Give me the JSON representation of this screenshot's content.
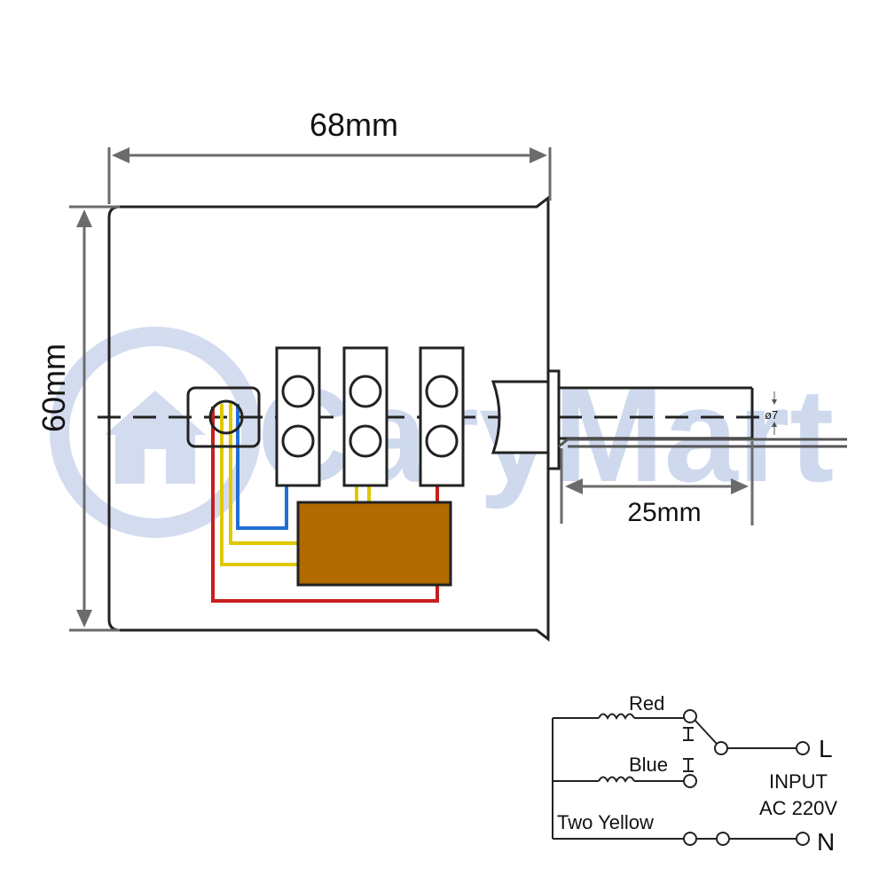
{
  "watermark": {
    "text": "CaryMart",
    "color": "#cfd9ee",
    "icon": "house-logo-icon"
  },
  "dimensions": {
    "width_label": "68mm",
    "height_label": "60mm",
    "shaft_length_label": "25mm",
    "shaft_diameter_label": "ø7"
  },
  "wire_colors": {
    "red": "#c81e1e",
    "yellow": "#e0c800",
    "blue": "#1f6fd6",
    "capacitor": "#b06a00",
    "dimension_line": "#6b6b6b"
  },
  "wiring_diagram": {
    "red_label": "Red",
    "blue_label": "Blue",
    "yellow_label": "Two Yellow",
    "input_label": "INPUT",
    "voltage_label": "AC 220V",
    "live_terminal": "L",
    "neutral_terminal": "N"
  }
}
